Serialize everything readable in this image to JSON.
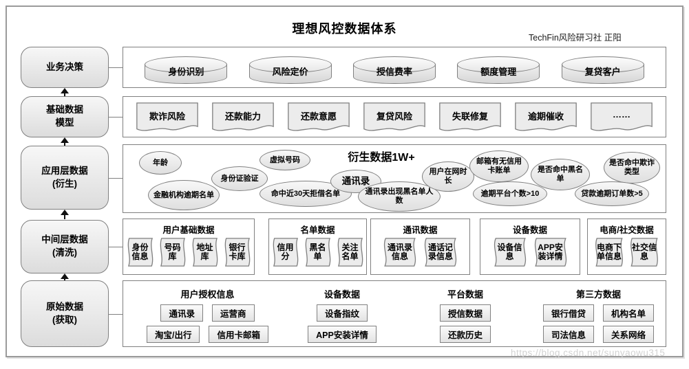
{
  "header": {
    "title": "理想风控数据体系",
    "credit": "TechFin风险研习社  正阳"
  },
  "watermark": "https://blog.csdn.net/sunyaowu315",
  "colors": {
    "border": "#7f7f7f",
    "fill": "#ececec",
    "arrow": "#111111",
    "watermark": "#d2d2d2"
  },
  "left_layers": [
    {
      "line1": "业务决策",
      "line2": ""
    },
    {
      "line1": "基础数据",
      "line2": "模型"
    },
    {
      "line1": "应用层数据",
      "line2": "(衍生)"
    },
    {
      "line1": "中间层数据",
      "line2": "(清洗)"
    },
    {
      "line1": "原始数据",
      "line2": "(获取)"
    }
  ],
  "decision_row": {
    "items": [
      "身份识别",
      "风险定价",
      "授信费率",
      "额度管理",
      "复贷客户"
    ]
  },
  "model_row": {
    "items": [
      "欺诈风险",
      "还款能力",
      "还款意愿",
      "复贷风险",
      "失联修复",
      "逾期催收",
      "……"
    ]
  },
  "derived_row": {
    "title": "衍生数据1W+",
    "bubbles": [
      "年龄",
      "虚拟号码",
      "身份证验证",
      "金融机构逾期名单",
      "命中近30天拒借名单",
      "通讯录",
      "通讯录出现黑名单人数",
      "用户在网时长",
      "邮箱有无信用卡账单",
      "是否命中黑名单",
      "是否命中欺诈类型",
      "逾期平台个数>10",
      "贷款逾期订单数>5"
    ]
  },
  "middle_row": {
    "groups": [
      {
        "title": "用户基础数据",
        "items": [
          "身份信息",
          "号码库",
          "地址库",
          "银行卡库"
        ]
      },
      {
        "title": "名单数据",
        "items": [
          "信用分",
          "黑名单",
          "关注名单"
        ]
      },
      {
        "title": "通讯数据",
        "items": [
          "通讯录信息",
          "通话记录信息"
        ]
      },
      {
        "title": "设备数据",
        "items": [
          "设备信息",
          "APP安装详情"
        ]
      },
      {
        "title": "电商/社交数据",
        "items": [
          "电商下单信息",
          "社交信息"
        ]
      }
    ]
  },
  "raw_row": {
    "groups": [
      {
        "title": "用户授权信息",
        "rows": [
          [
            "通讯录",
            "运营商"
          ],
          [
            "淘宝/出行",
            "信用卡邮箱"
          ]
        ]
      },
      {
        "title": "设备数据",
        "rows": [
          [
            "设备指纹"
          ],
          [
            "APP安装详情"
          ]
        ]
      },
      {
        "title": "平台数据",
        "rows": [
          [
            "授信数据"
          ],
          [
            "还款历史"
          ]
        ]
      },
      {
        "title": "第三方数据",
        "rows": [
          [
            "银行借贷",
            "机构名单"
          ],
          [
            "司法信息",
            "关系网络"
          ]
        ]
      }
    ]
  }
}
